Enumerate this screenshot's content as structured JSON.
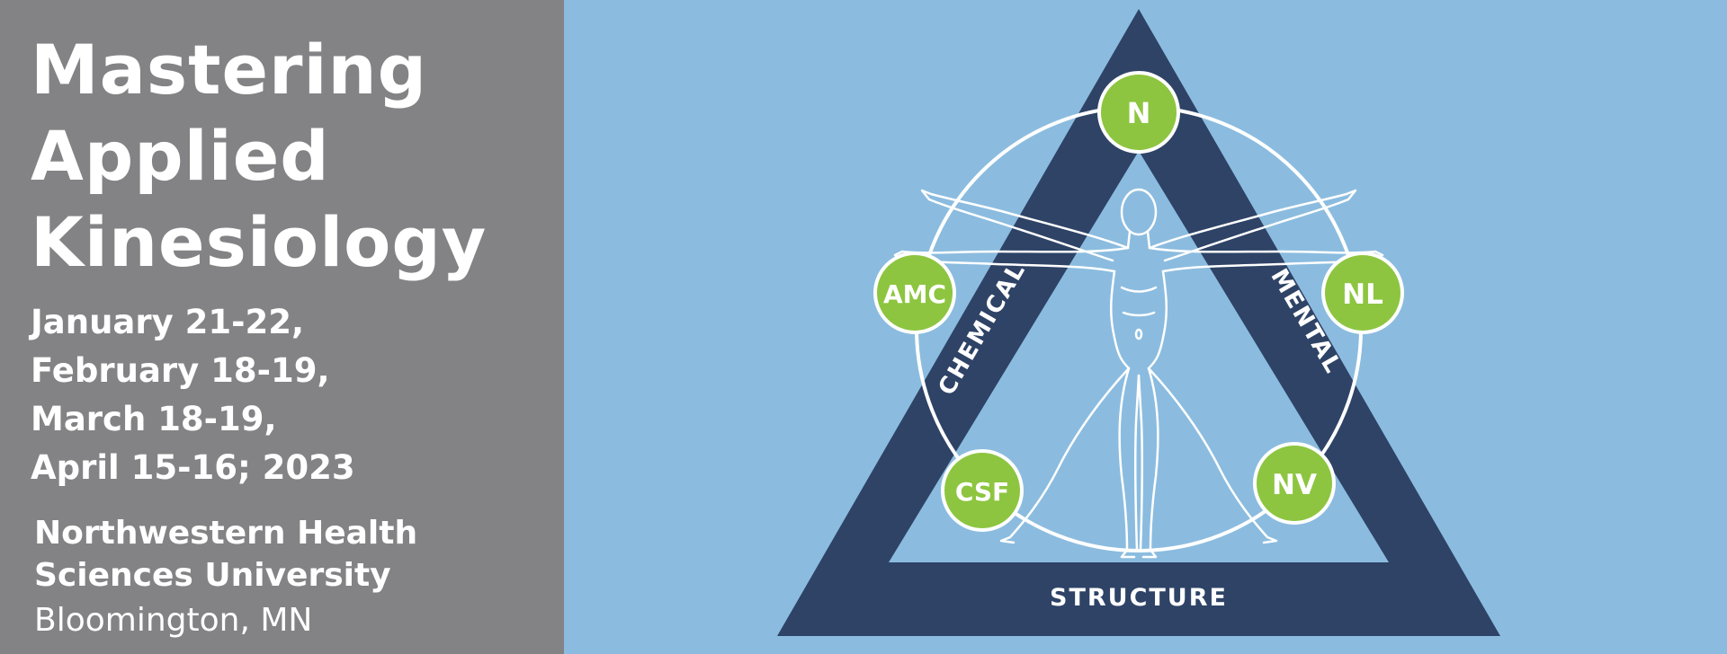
{
  "title": {
    "lines": [
      "Mastering",
      "Applied",
      "Kinesiology"
    ]
  },
  "dates": {
    "lines": [
      "January 21-22,",
      "February 18-19,",
      "March 18-19,",
      "April 15-16; 2023"
    ]
  },
  "venue": {
    "lines": [
      "Northwestern Health",
      "Sciences University"
    ],
    "location": "Bloomington, MN"
  },
  "diagram": {
    "sides": {
      "left": "CHEMICAL",
      "right": "MENTAL",
      "bottom": "STRUCTURE"
    },
    "badges": {
      "top": "N",
      "left": "AMC",
      "right": "NL",
      "bottom_left": "CSF",
      "bottom_right": "NV"
    }
  },
  "colors": {
    "left_panel": "#838385",
    "right_panel": "#8bbcdf",
    "triangle": "#2e4366",
    "badge_fill": "#8dc540",
    "text": "#ffffff"
  }
}
